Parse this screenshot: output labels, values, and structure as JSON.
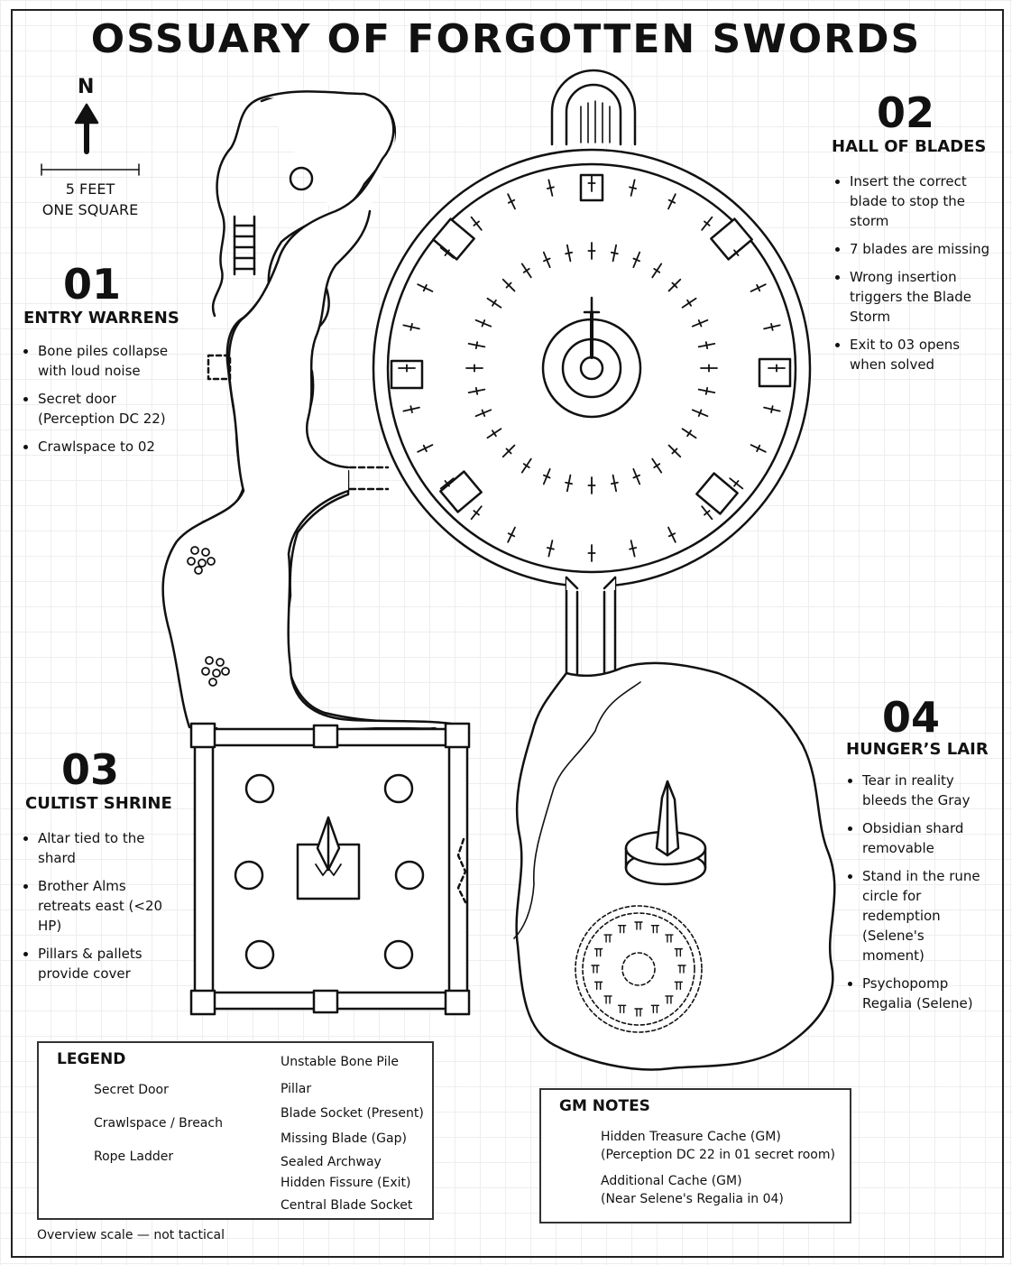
{
  "title": "OSSUARY OF FORGOTTEN SWORDS",
  "compass": {
    "label": "N",
    "icon": "north-arrow-icon"
  },
  "scale": {
    "line1": "5 FEET",
    "line2": "ONE SQUARE"
  },
  "areas": [
    {
      "number": "01",
      "name": "ENTRY WARRENS",
      "notes": [
        "Bone piles collapse with loud noise",
        "Secret door (Perception DC 22)",
        "Crawlspace to 02"
      ]
    },
    {
      "number": "02",
      "name": "HALL OF BLADES",
      "notes": [
        "Insert the correct blade to stop the storm",
        "7 blades are missing",
        "Wrong insertion triggers the Blade Storm",
        "Exit to 03 opens when solved"
      ]
    },
    {
      "number": "03",
      "name": "CULTIST SHRINE",
      "notes": [
        "Altar tied to the shard",
        "Brother Alms retreats east (<20 HP)",
        "Pillars & pallets provide cover"
      ]
    },
    {
      "number": "04",
      "name": "HUNGER’S LAIR",
      "notes": [
        "Tear in reality bleeds the Gray",
        "Obsidian shard removable",
        "Stand in the rune circle for redemption (Selene's moment)",
        "Psychopomp Regalia (Selene)"
      ]
    }
  ],
  "legend": {
    "title": "LEGEND",
    "items": [
      {
        "label": "Secret Door",
        "icon": "secret-door-icon"
      },
      {
        "label": "Crawlspace / Breach",
        "icon": "dashed-line-icon"
      },
      {
        "label": "Rope Ladder",
        "icon": "ladder-icon"
      },
      {
        "label": "Unstable Bone Pile",
        "icon": "circle-icon"
      },
      {
        "label": "Pillar",
        "icon": "pillar-icon"
      },
      {
        "label": "Blade Socket (Present)",
        "icon": "blade-socket-icon"
      },
      {
        "label": "Missing Blade (Gap)",
        "icon": "gap-rect-icon"
      },
      {
        "label": "Sealed Archway",
        "icon": "archway-icon"
      },
      {
        "label": "Hidden Fissure (Exit)",
        "icon": "fissure-icon"
      },
      {
        "label": "Central Blade Socket",
        "icon": "concentric-circle-icon"
      }
    ]
  },
  "gm_notes": {
    "title": "GM NOTES",
    "items": [
      {
        "label": "Hidden Treasure Cache (GM)",
        "detail": "(Perception DC 22 in 01 secret room)",
        "icon": "skull-icon"
      },
      {
        "label": "Additional Cache (GM)",
        "detail": "(Near Selene's Regalia in 04)",
        "icon": "treasure-chest-icon"
      }
    ]
  },
  "footer": "Overview scale — not tactical",
  "colors": {
    "ink": "#111111",
    "grid": "#eeeeee",
    "paper": "#ffffff"
  }
}
